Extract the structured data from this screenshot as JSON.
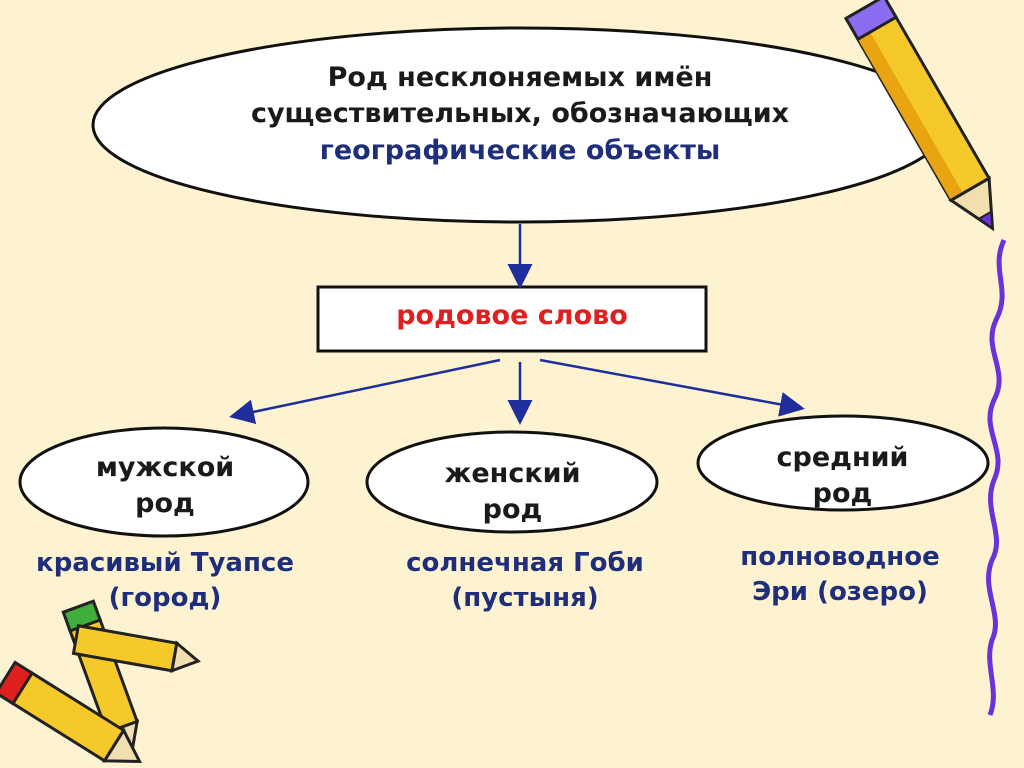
{
  "top_node": {
    "line1": "Род несклоняемых имён",
    "line2": "существительных, обозначающих",
    "line3": "географические объекты"
  },
  "middle_node": {
    "label": "родовое слово"
  },
  "branches": [
    {
      "label_line1": "мужской",
      "label_line2": "род",
      "example_line1": "красивый Туапсе",
      "example_line2": "(город)"
    },
    {
      "label_line1": "женский",
      "label_line2": "род",
      "example_line1": "солнечная Гоби",
      "example_line2": "(пустыня)"
    },
    {
      "label_line1": "средний",
      "label_line2": "род",
      "example_line1": "полноводное",
      "example_line2": "Эри (озеро)"
    }
  ],
  "colors": {
    "background": "#fdf3d0",
    "node_text": "#1a1a1a",
    "accent_blue": "#1f2e7a",
    "accent_red": "#e0201f",
    "arrow": "#1f2e9a",
    "squiggle": "#6a32d8"
  },
  "decorations": [
    "pencil-icon-top-right",
    "pencils-icon-bottom-left",
    "squiggle-line-right"
  ]
}
